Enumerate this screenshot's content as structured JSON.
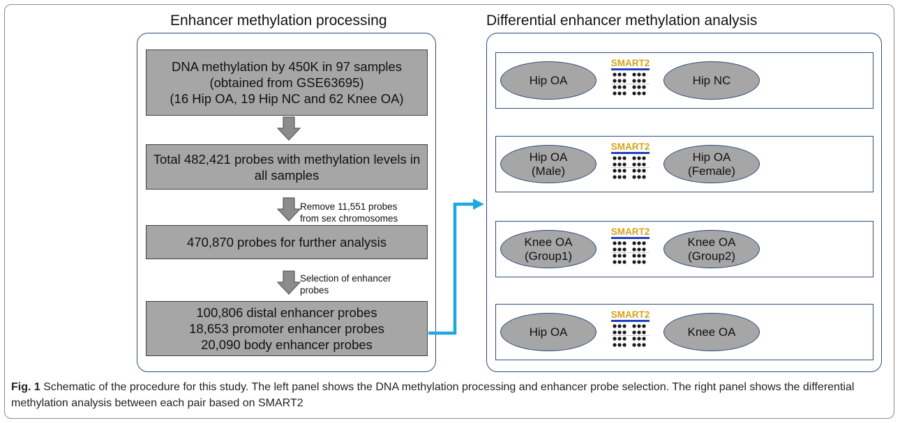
{
  "left_panel": {
    "title": "Enhancer methylation processing",
    "steps": [
      {
        "lines": [
          "DNA methylation by 450K in 97 samples",
          "(obtained from GSE63695)",
          "(16 Hip OA, 19 Hip NC and 62 Knee OA)"
        ]
      },
      {
        "lines": [
          "Total 482,421 probes with methylation levels in",
          "all samples"
        ]
      },
      {
        "lines": [
          "470,870 probes for further analysis"
        ]
      },
      {
        "lines": [
          "100,806 distal enhancer probes",
          "18,653 promoter enhancer probes",
          "20,090 body enhancer probes"
        ]
      }
    ],
    "arrow_notes": [
      {
        "lines": []
      },
      {
        "lines": [
          "Remove 11,551 probes",
          "from sex chromosomes"
        ]
      },
      {
        "lines": [
          "Selection of enhancer",
          "probes"
        ]
      }
    ]
  },
  "right_panel": {
    "title": "Differential enhancer methylation analysis",
    "tool_label": "SMART2",
    "comparisons": [
      {
        "left": [
          "Hip OA"
        ],
        "right": [
          "Hip NC"
        ]
      },
      {
        "left": [
          "Hip OA",
          "(Male)"
        ],
        "right": [
          "Hip OA",
          "(Female)"
        ]
      },
      {
        "left": [
          "Knee OA",
          "(Group1)"
        ],
        "right": [
          "Knee OA",
          "(Group2)"
        ]
      },
      {
        "left": [
          "Hip OA"
        ],
        "right": [
          "Knee OA"
        ]
      }
    ]
  },
  "caption": {
    "label": "Fig. 1",
    "text": "Schematic of the procedure for this study. The left panel shows the DNA methylation processing and enhancer probe selection. The right panel shows the differential methylation analysis between each pair based on SMART2"
  },
  "colors": {
    "box_fill": "#a6a6a6",
    "panel_border": "#2e4a7a",
    "connector": "#1ea7e0",
    "logo_text": "#d4a21a",
    "logo_bar": "#1f3fbf"
  }
}
